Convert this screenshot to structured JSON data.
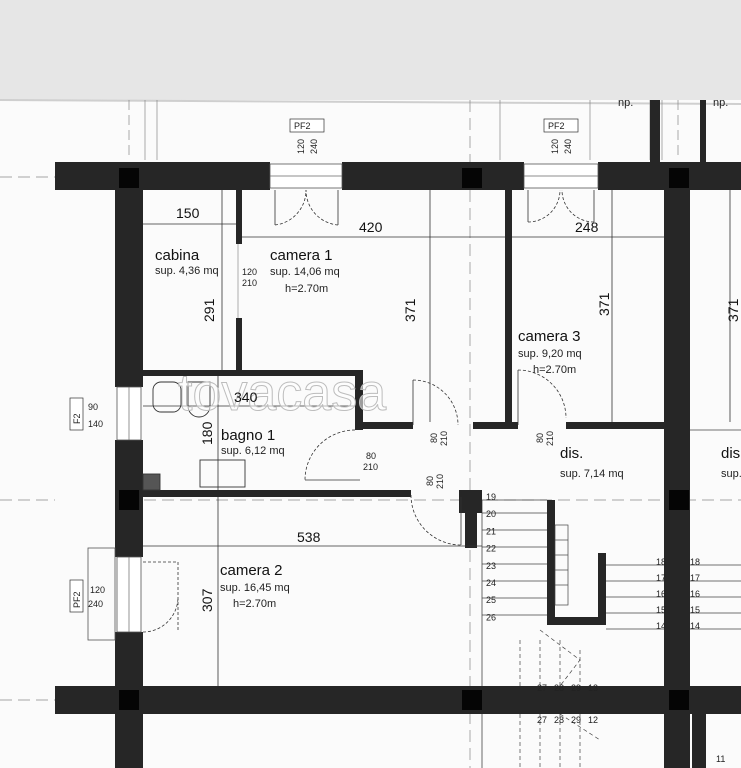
{
  "watermark": "tovacasa",
  "rooms": {
    "cabina": {
      "name": "cabina",
      "area": "sup. 4,36 mq"
    },
    "camera1": {
      "name": "camera 1",
      "area": "sup. 14,06 mq",
      "height": "h=2.70m"
    },
    "camera3": {
      "name": "camera 3",
      "area": "sup. 9,20 mq",
      "height": "h=2.70m"
    },
    "bagno1": {
      "name": "bagno 1",
      "area": "sup. 6,12 mq"
    },
    "dis": {
      "name": "dis.",
      "area": "sup. 7,14 mq"
    },
    "dis_right": {
      "name": "dis",
      "area": "sup."
    },
    "camera2": {
      "name": "camera 2",
      "area": "sup. 16,45 mq",
      "height": "h=2.70m"
    }
  },
  "dimensions": {
    "d150": "150",
    "d420": "420",
    "d248": "248",
    "d291": "291",
    "d371a": "371",
    "d371b": "371",
    "d371c": "371",
    "d340": "340",
    "d180": "180",
    "d538": "538",
    "d307": "307"
  },
  "windows": {
    "pf2_top_left": {
      "tag": "PF2",
      "w": "120",
      "h": "240"
    },
    "pf2_top_right": {
      "tag": "PF2",
      "w": "120",
      "h": "240"
    },
    "f2_left": {
      "tag": "F2",
      "w": "90",
      "h": "140"
    },
    "pf2_left": {
      "tag": "PF2",
      "w": "120",
      "h": "240"
    }
  },
  "doors": {
    "cabina": {
      "w": "120",
      "h": "210"
    },
    "bagno": {
      "w": "80",
      "h": "210"
    },
    "dis1": {
      "w": "80",
      "h": "210"
    },
    "dis2": {
      "w": "80",
      "h": "210"
    },
    "camera2": {
      "w": "80",
      "h": "210"
    }
  },
  "top_labels": {
    "a": "np.",
    "b": "np."
  },
  "stair_left": [
    "19",
    "20",
    "21",
    "22",
    "23",
    "24",
    "25",
    "26"
  ],
  "stair_right_a": [
    "18",
    "17",
    "16",
    "15",
    "14"
  ],
  "stair_right_b": [
    "18",
    "17",
    "16",
    "15",
    "14"
  ],
  "stair_bottom_a": [
    "27",
    "28",
    "29",
    "13"
  ],
  "stair_bottom_b": [
    "27",
    "28",
    "29",
    "12"
  ],
  "corner_num": "11"
}
